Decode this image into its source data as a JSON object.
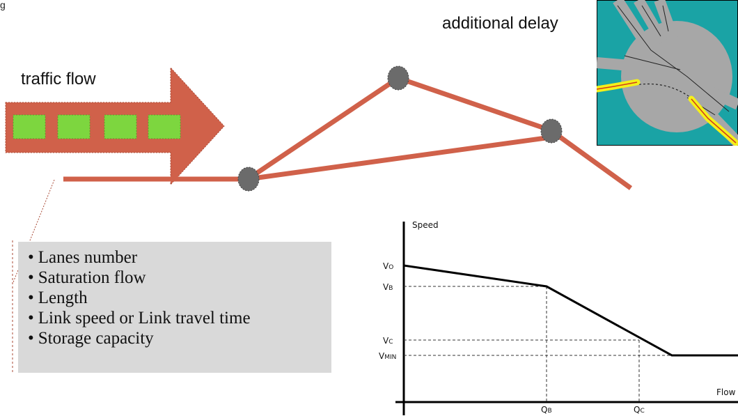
{
  "top_partial": "g",
  "traffic_flow_label": "traffic flow",
  "delay_label": "additional delay",
  "link_properties": [
    "Lanes number",
    "Saturation flow",
    "Length",
    "Link speed or Link travel time",
    "Storage capacity"
  ],
  "colors": {
    "link": "#d0614a",
    "node": "#6b6b6b",
    "vehicle": "#7dd63f",
    "inset_bg": "#1aa3a5",
    "box": "#d9d9d9"
  },
  "speed_flow": {
    "ylabel": "Speed",
    "xlabel": "Flow",
    "y_ticks": [
      {
        "label_main": "V",
        "label_sub": "O"
      },
      {
        "label_main": "V",
        "label_sub": "B"
      },
      {
        "label_main": "V",
        "label_sub": "C"
      },
      {
        "label_main": "V",
        "label_sub": "MIN"
      }
    ],
    "x_ticks": [
      {
        "label_main": "Q",
        "label_sub": "B"
      },
      {
        "label_main": "Q",
        "label_sub": "C"
      }
    ]
  }
}
